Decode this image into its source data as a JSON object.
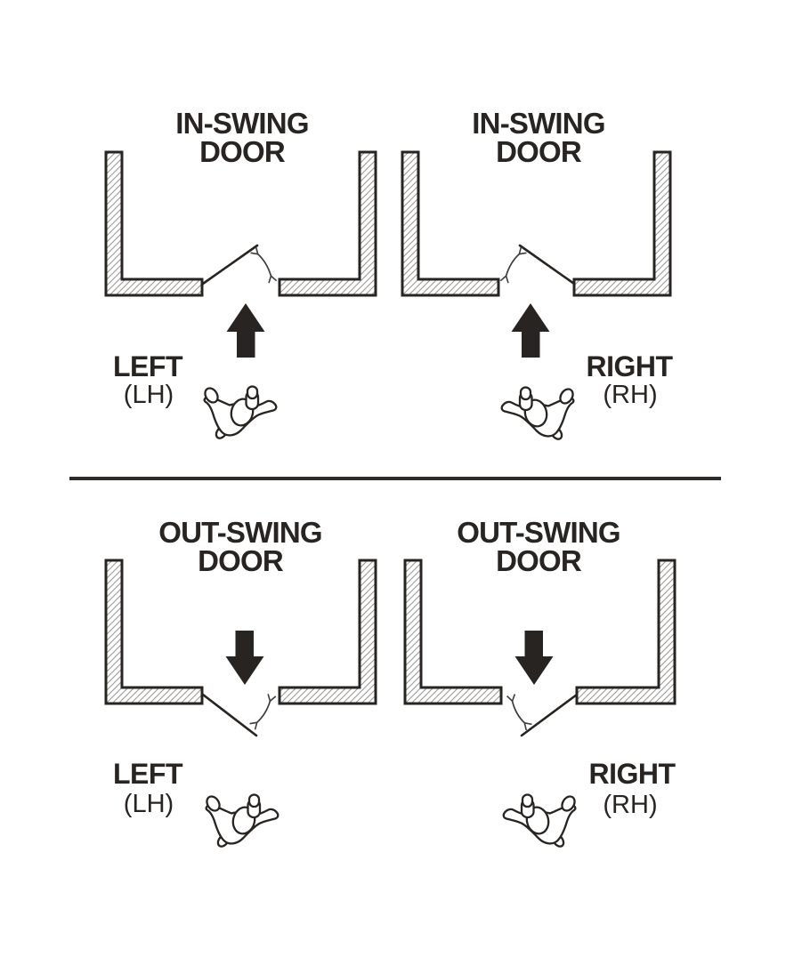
{
  "colors": {
    "ink": "#282421",
    "hatch": "#9a9a9a",
    "arc": "#3d3d3d",
    "divider": "#2e2b28",
    "background": "#ffffff"
  },
  "quadrants": [
    {
      "id": "in-swing-left",
      "title_line1": "IN-SWING",
      "title_line2": "DOOR",
      "hand_label": "LEFT",
      "hand_abbr": "(LH)",
      "approach_arrow": "up",
      "hinge_side": "left"
    },
    {
      "id": "in-swing-right",
      "title_line1": "IN-SWING",
      "title_line2": "DOOR",
      "hand_label": "RIGHT",
      "hand_abbr": "(RH)",
      "approach_arrow": "up",
      "hinge_side": "right"
    },
    {
      "id": "out-swing-left",
      "title_line1": "OUT-SWING",
      "title_line2": "DOOR",
      "hand_label": "LEFT",
      "hand_abbr": "(LH)",
      "approach_arrow": "down",
      "hinge_side": "left"
    },
    {
      "id": "out-swing-right",
      "title_line1": "OUT-SWING",
      "title_line2": "DOOR",
      "hand_label": "RIGHT",
      "hand_abbr": "(RH)",
      "approach_arrow": "down",
      "hinge_side": "right"
    }
  ]
}
